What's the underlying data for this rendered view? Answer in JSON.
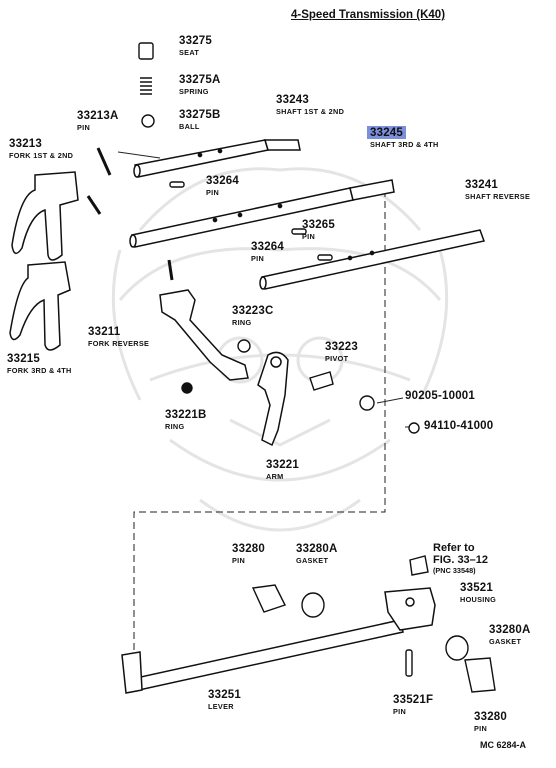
{
  "title": "4-Speed Transmission (K40)",
  "diagram_code": "MC 6284-A",
  "refer": {
    "line1": "Refer to",
    "line2": "FIG. 33–12",
    "line3": "(PNC 33548)"
  },
  "highlighted_part": "33245",
  "parts": [
    {
      "num": "33275",
      "name": "SEAT"
    },
    {
      "num": "33275A",
      "name": "SPRING"
    },
    {
      "num": "33275B",
      "name": "BALL"
    },
    {
      "num": "33213A",
      "name": "PIN"
    },
    {
      "num": "33213",
      "name": "FORK 1ST & 2ND"
    },
    {
      "num": "33243",
      "name": "SHAFT 1ST & 2ND"
    },
    {
      "num": "33245",
      "name": "SHAFT 3RD & 4TH"
    },
    {
      "num": "33264",
      "name": "PIN"
    },
    {
      "num": "33241",
      "name": "SHAFT REVERSE"
    },
    {
      "num": "33265",
      "name": "PIN"
    },
    {
      "num": "33264",
      "name": "PIN"
    },
    {
      "num": "33215",
      "name": "FORK 3RD & 4TH"
    },
    {
      "num": "33223C",
      "name": "RING"
    },
    {
      "num": "33211",
      "name": "FORK REVERSE"
    },
    {
      "num": "33223",
      "name": "PIVOT"
    },
    {
      "num": "90205-10001",
      "name": ""
    },
    {
      "num": "33221B",
      "name": "RING"
    },
    {
      "num": "94110-41000",
      "name": ""
    },
    {
      "num": "33221",
      "name": "ARM"
    },
    {
      "num": "33280",
      "name": "PIN"
    },
    {
      "num": "33280A",
      "name": "GASKET"
    },
    {
      "num": "33521",
      "name": "HOUSING"
    },
    {
      "num": "33280A",
      "name": "GASKET"
    },
    {
      "num": "33251",
      "name": "LEVER"
    },
    {
      "num": "33521F",
      "name": "PIN"
    },
    {
      "num": "33280",
      "name": "PIN"
    }
  ]
}
